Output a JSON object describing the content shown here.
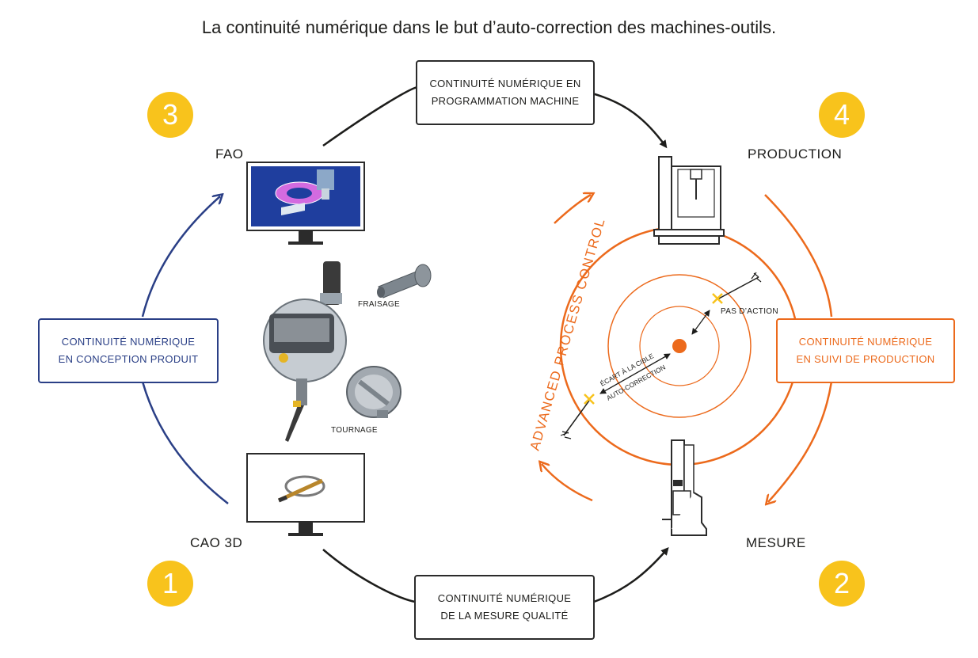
{
  "title": "La continuité numérique dans le but d’auto-correction des machines-outils.",
  "boxes": {
    "programmation": {
      "line1": "CONTINUITÉ NUMÉRIQUE EN",
      "line2": "PROGRAMMATION MACHINE"
    },
    "conception": {
      "line1": "CONTINUITÉ NUMÉRIQUE",
      "line2": "EN CONCEPTION PRODUIT"
    },
    "suivi": {
      "line1": "CONTINUITÉ NUMÉRIQUE",
      "line2": "EN SUIVI DE PRODUCTION"
    },
    "mesure_qualite": {
      "line1": "CONTINUITÉ NUMÉRIQUE",
      "line2": "DE LA MESURE QUALITÉ"
    }
  },
  "steps": [
    {
      "number": "1",
      "label": "CAO 3D"
    },
    {
      "number": "2",
      "label": "MESURE"
    },
    {
      "number": "3",
      "label": "FAO"
    },
    {
      "number": "4",
      "label": "PRODUCTION"
    }
  ],
  "small_labels": {
    "fraisage": "FRAISAGE",
    "tournage": "TOURNAGE",
    "pas_action": "PAS D’ACTION",
    "ecart_cible": "ÉCART À LA CIBLE",
    "auto_correction": "AUTO-CORRECTION"
  },
  "apc_label": "ADVANCED PROCESS CONTROL",
  "colors": {
    "blue": "#2a3f86",
    "orange": "#ec6a1c",
    "yellow": "#f8c31c",
    "dark": "#1d1d1b"
  }
}
